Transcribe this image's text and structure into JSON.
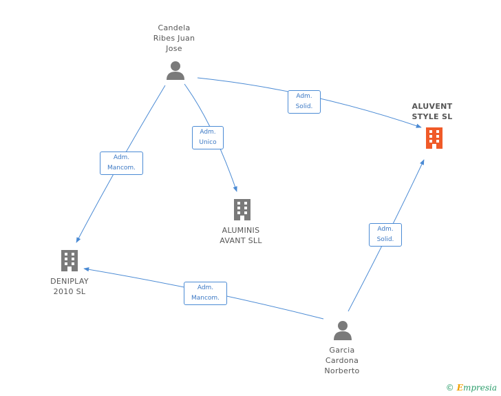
{
  "colors": {
    "edge": "#4a8ad4",
    "person": "#7a7a7a",
    "company": "#7a7a7a",
    "company_highlight": "#f05a28"
  },
  "nodes": {
    "candela": {
      "lines": [
        "Candela",
        "Ribes Juan",
        "Jose"
      ],
      "icon": "person-icon"
    },
    "garcia": {
      "lines": [
        "Garcia",
        "Cardona",
        "Norberto"
      ],
      "icon": "person-icon"
    },
    "aluvent": {
      "lines": [
        "ALUVENT",
        "STYLE SL"
      ],
      "icon": "building-icon",
      "highlighted": true
    },
    "aluminis": {
      "lines": [
        "ALUMINIS",
        "AVANT SLL"
      ],
      "icon": "building-icon"
    },
    "deniplay": {
      "lines": [
        "DENIPLAY",
        "2010 SL"
      ],
      "icon": "building-icon"
    }
  },
  "edges": [
    {
      "from": "candela",
      "to": "aluvent",
      "label": [
        "Adm.",
        "Solid."
      ]
    },
    {
      "from": "candela",
      "to": "aluminis",
      "label": [
        "Adm.",
        "Unico"
      ]
    },
    {
      "from": "candela",
      "to": "deniplay",
      "label": [
        "Adm.",
        "Mancom."
      ]
    },
    {
      "from": "garcia",
      "to": "aluvent",
      "label": [
        "Adm.",
        "Solid."
      ]
    },
    {
      "from": "garcia",
      "to": "deniplay",
      "label": [
        "Adm.",
        "Mancom."
      ]
    }
  ],
  "footer": {
    "copyright_symbol": "©",
    "brand_initial": "E",
    "brand_rest": "mpresia"
  }
}
